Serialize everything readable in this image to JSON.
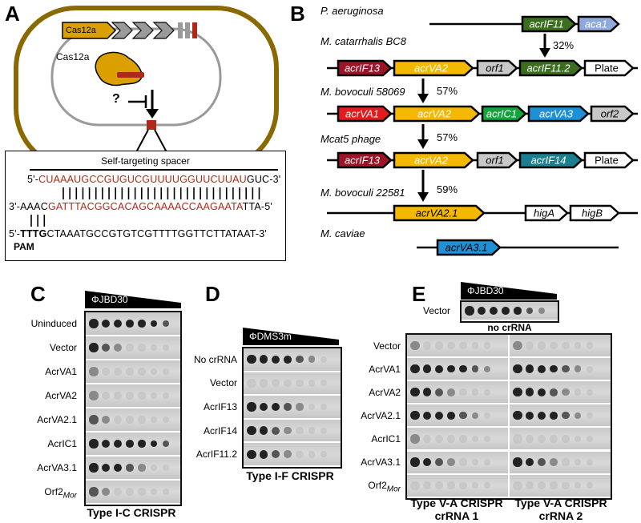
{
  "panels": {
    "A": "A",
    "B": "B",
    "C": "C",
    "D": "D",
    "E": "E"
  },
  "panel_a": {
    "cas_gene": "Cas12a",
    "cas_protein": "Cas12a",
    "question": "?",
    "box_title": "Self-targeting spacer",
    "line1_prefix": "5'-",
    "line1_red": "CUAAAUGCCGUGUCGUUUUGGUUCUUAU",
    "line1_suffix": "GUC-3'",
    "line2_prefix": "3'-AAAC",
    "line2_red": "GATTTACGGCACAGCAAAACCAAGAATA",
    "line2_suffix": "TTA-5'",
    "line3_prefix": "5'-",
    "line3_pam": "TTTG",
    "line3_rest": "CTAAATGCCGTGTCGTTTTGGTTCTTATAAT-3'",
    "pam_label": "PAM"
  },
  "panel_b": {
    "organisms": [
      "P. aeruginosa",
      "M. catarrhalis BC8",
      "M. bovoculi 58069",
      "Mcat5 phage",
      "M. bovoculi 22581",
      "M. caviae"
    ],
    "identities": [
      "32%",
      "57%",
      "57%",
      "59%"
    ],
    "rows": [
      {
        "genes": [
          {
            "label": "acrIF11",
            "color": "#3b6e1f",
            "text": "#ffffff",
            "italic": true
          },
          {
            "label": "aca1",
            "color": "#8fa9dc",
            "text": "#ffffff",
            "italic": true
          }
        ]
      },
      {
        "genes": [
          {
            "label": "acrIF13",
            "color": "#9b1428",
            "text": "#ffffff",
            "italic": true
          },
          {
            "label": "acrVA2",
            "color": "#f5b800",
            "text": "#ffffff",
            "italic": true
          },
          {
            "label": "orf1",
            "color": "#c8c8c8",
            "text": "#000000",
            "italic": true
          },
          {
            "label": "acrIF11.2",
            "color": "#3b6e1f",
            "text": "#ffffff",
            "italic": true
          },
          {
            "label": "Plate",
            "color": "#ffffff",
            "text": "#000000",
            "italic": false
          }
        ]
      },
      {
        "genes": [
          {
            "label": "acrVA1",
            "color": "#e41a1c",
            "text": "#ffffff",
            "italic": true
          },
          {
            "label": "acrVA2",
            "color": "#f5b800",
            "text": "#ffffff",
            "italic": true
          },
          {
            "label": "acrIC1",
            "color": "#12a53c",
            "text": "#ffffff",
            "italic": true
          },
          {
            "label": "acrVA3",
            "color": "#1e90d6",
            "text": "#ffffff",
            "italic": true
          },
          {
            "label": "orf2",
            "color": "#c8c8c8",
            "text": "#000000",
            "italic": true
          }
        ]
      },
      {
        "genes": [
          {
            "label": "acrIF13",
            "color": "#9b1428",
            "text": "#ffffff",
            "italic": true
          },
          {
            "label": "acrVA2",
            "color": "#f5b800",
            "text": "#ffffff",
            "italic": true
          },
          {
            "label": "orf1",
            "color": "#c8c8c8",
            "text": "#000000",
            "italic": true
          },
          {
            "label": "acrIF14",
            "color": "#1a7f8e",
            "text": "#ffffff",
            "italic": true
          },
          {
            "label": "Plate",
            "color": "#ffffff",
            "text": "#000000",
            "italic": false
          }
        ]
      },
      {
        "genes": [
          {
            "label": "acrVA2.1",
            "color": "#f5b800",
            "text": "#000000",
            "italic": true
          },
          {
            "label": "higA",
            "color": "#ffffff",
            "text": "#000000",
            "italic": true
          },
          {
            "label": "higB",
            "color": "#ffffff",
            "text": "#000000",
            "italic": true
          }
        ]
      },
      {
        "genes": [
          {
            "label": "acrVA3.1",
            "color": "#1e90d6",
            "text": "#000000",
            "italic": true
          }
        ]
      }
    ]
  },
  "panel_c": {
    "phage": "ΦJBD30",
    "rows": [
      "Uninduced",
      "Vector",
      "AcrVA1",
      "AcrVA2",
      "AcrVA2.1",
      "AcrIC1",
      "AcrVA3.1",
      "Orf2"
    ],
    "orf2_sub": "Mor",
    "plaques": [
      8,
      3,
      1,
      1,
      2,
      8,
      5,
      2
    ],
    "title": "Type I-C CRISPR"
  },
  "panel_d": {
    "phage": "ΦDMS3m",
    "rows": [
      "No crRNA",
      "Vector",
      "AcrIF13",
      "AcrIF14",
      "AcrIF11.2"
    ],
    "plaques": [
      6,
      0,
      5,
      4,
      4
    ],
    "title": "Type I-F CRISPR"
  },
  "panel_e": {
    "phage": "ΦJBD30",
    "vector_label": "Vector",
    "vector_plaques": 7,
    "no_crrna": "no crRNA",
    "rows": [
      "Vector",
      "AcrVA1",
      "AcrVA2",
      "AcrVA2.1",
      "AcrIC1",
      "AcrVA3.1",
      "Orf2"
    ],
    "orf2_sub": "Mor",
    "plaques_crrna1": [
      1,
      7,
      4,
      6,
      1,
      4,
      0
    ],
    "plaques_crrna2": [
      1,
      6,
      5,
      6,
      0,
      4,
      0
    ],
    "title1_line1": "Type V-A CRISPR",
    "title1_line2": "crRNA 1",
    "title2_line1": "Type V-A CRISPR",
    "title2_line2": "crRNA 2"
  }
}
